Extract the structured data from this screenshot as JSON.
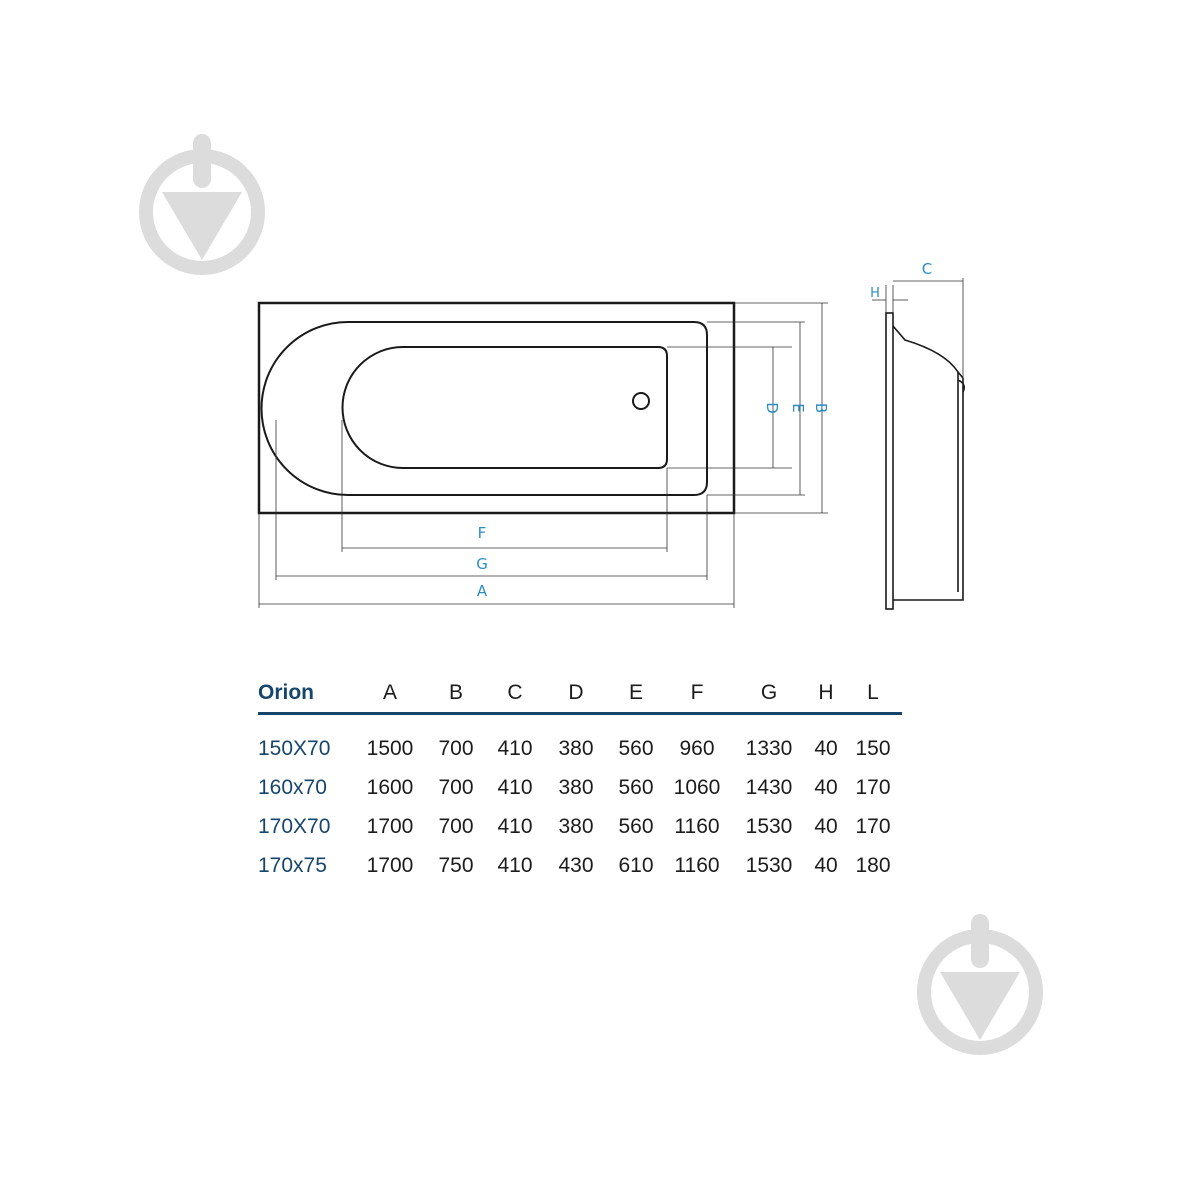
{
  "drawing": {
    "dimension_labels": {
      "A": "A",
      "B": "B",
      "C": "C",
      "D": "D",
      "E": "E",
      "F": "F",
      "G": "G",
      "H": "H"
    },
    "colors": {
      "line": "#1a1a1a",
      "dimension_text": "#2a8ec4",
      "table_accent": "#17466c",
      "watermark": "#dcdcdc"
    },
    "watermark_icon": "trowel-circle-icon"
  },
  "specs": {
    "model_name": "Orion",
    "columns": [
      "A",
      "B",
      "C",
      "D",
      "E",
      "F",
      "G",
      "H",
      "L"
    ],
    "rows": [
      {
        "size": "150X70",
        "values": [
          "1500",
          "700",
          "410",
          "380",
          "560",
          "960",
          "1330",
          "40",
          "150"
        ]
      },
      {
        "size": "160x70",
        "values": [
          "1600",
          "700",
          "410",
          "380",
          "560",
          "1060",
          "1430",
          "40",
          "170"
        ]
      },
      {
        "size": "170X70",
        "values": [
          "1700",
          "700",
          "410",
          "380",
          "560",
          "1160",
          "1530",
          "40",
          "170"
        ]
      },
      {
        "size": "170x75",
        "values": [
          "1700",
          "750",
          "410",
          "430",
          "610",
          "1160",
          "1530",
          "40",
          "180"
        ]
      }
    ]
  }
}
